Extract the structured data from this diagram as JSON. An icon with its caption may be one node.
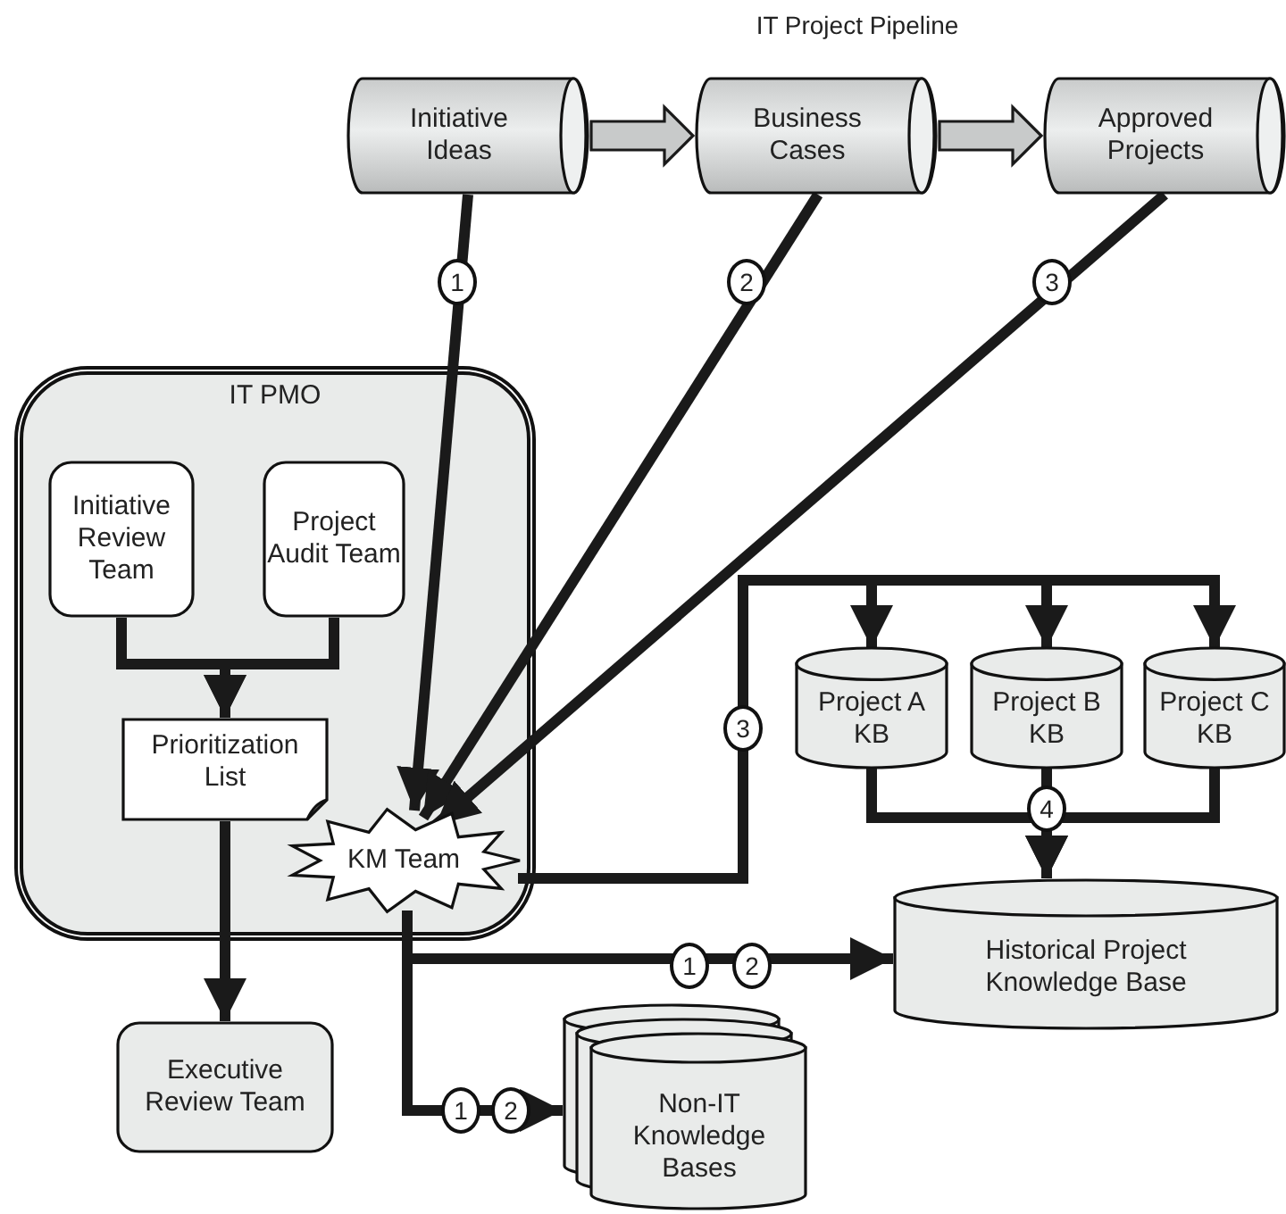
{
  "diagram": {
    "title": "IT Project Pipeline",
    "nodes": [
      {
        "text": [
          "Initiative Ideas"
        ]
      },
      {
        "text": [
          "Business Cases"
        ]
      },
      {
        "text": [
          "Approved Projects"
        ]
      },
      {
        "text": [
          "IT PMO"
        ]
      },
      {
        "text": [
          "Initiative Review Team"
        ],
        "in": 3
      },
      {
        "text": [
          "Project Audit Team"
        ],
        "in": 3
      },
      {
        "text": [
          "Prioritization List"
        ],
        "in": 3
      },
      {
        "text": [
          "KM Team"
        ],
        "in": 3
      },
      {
        "text": [
          "Project A KB"
        ]
      },
      {
        "text": [
          "Project B KB"
        ]
      },
      {
        "text": [
          "Project C KB"
        ]
      },
      {
        "text": [
          "Historical Project Knowledge Base"
        ]
      },
      {
        "text": [
          "Executive Review Team"
        ]
      },
      {
        "text": [
          "Non-IT Knowledge Bases"
        ]
      }
    ],
    "edges": [
      {
        "from": 0,
        "to": 1,
        "arrow": "to",
        "style": "thick"
      },
      {
        "from": 1,
        "to": 2,
        "arrow": "to",
        "style": "thick"
      },
      {
        "from": 0,
        "to": 7,
        "arrow": "to",
        "label": "1"
      },
      {
        "from": 1,
        "to": 7,
        "arrow": "to",
        "label": "2"
      },
      {
        "from": 2,
        "to": 7,
        "arrow": "to",
        "label": "3"
      },
      {
        "from": 4,
        "to": 6,
        "arrow": "to"
      },
      {
        "from": 5,
        "to": 6,
        "arrow": "to"
      },
      {
        "from": 6,
        "to": 12,
        "arrow": "to"
      },
      {
        "from": 7,
        "to": 8,
        "arrow": "to",
        "label": "3"
      },
      {
        "from": 7,
        "to": 9,
        "arrow": "to"
      },
      {
        "from": 7,
        "to": 10,
        "arrow": "to"
      },
      {
        "from": 8,
        "to": 11,
        "arrow": "to"
      },
      {
        "from": 9,
        "to": 11,
        "arrow": "to",
        "label": "4"
      },
      {
        "from": 10,
        "to": 11,
        "arrow": "to"
      },
      {
        "from": 7,
        "to": 11,
        "arrow": "to",
        "label": "1 2"
      },
      {
        "from": 7,
        "to": 13,
        "arrow": "to",
        "label": "1 2"
      }
    ]
  }
}
